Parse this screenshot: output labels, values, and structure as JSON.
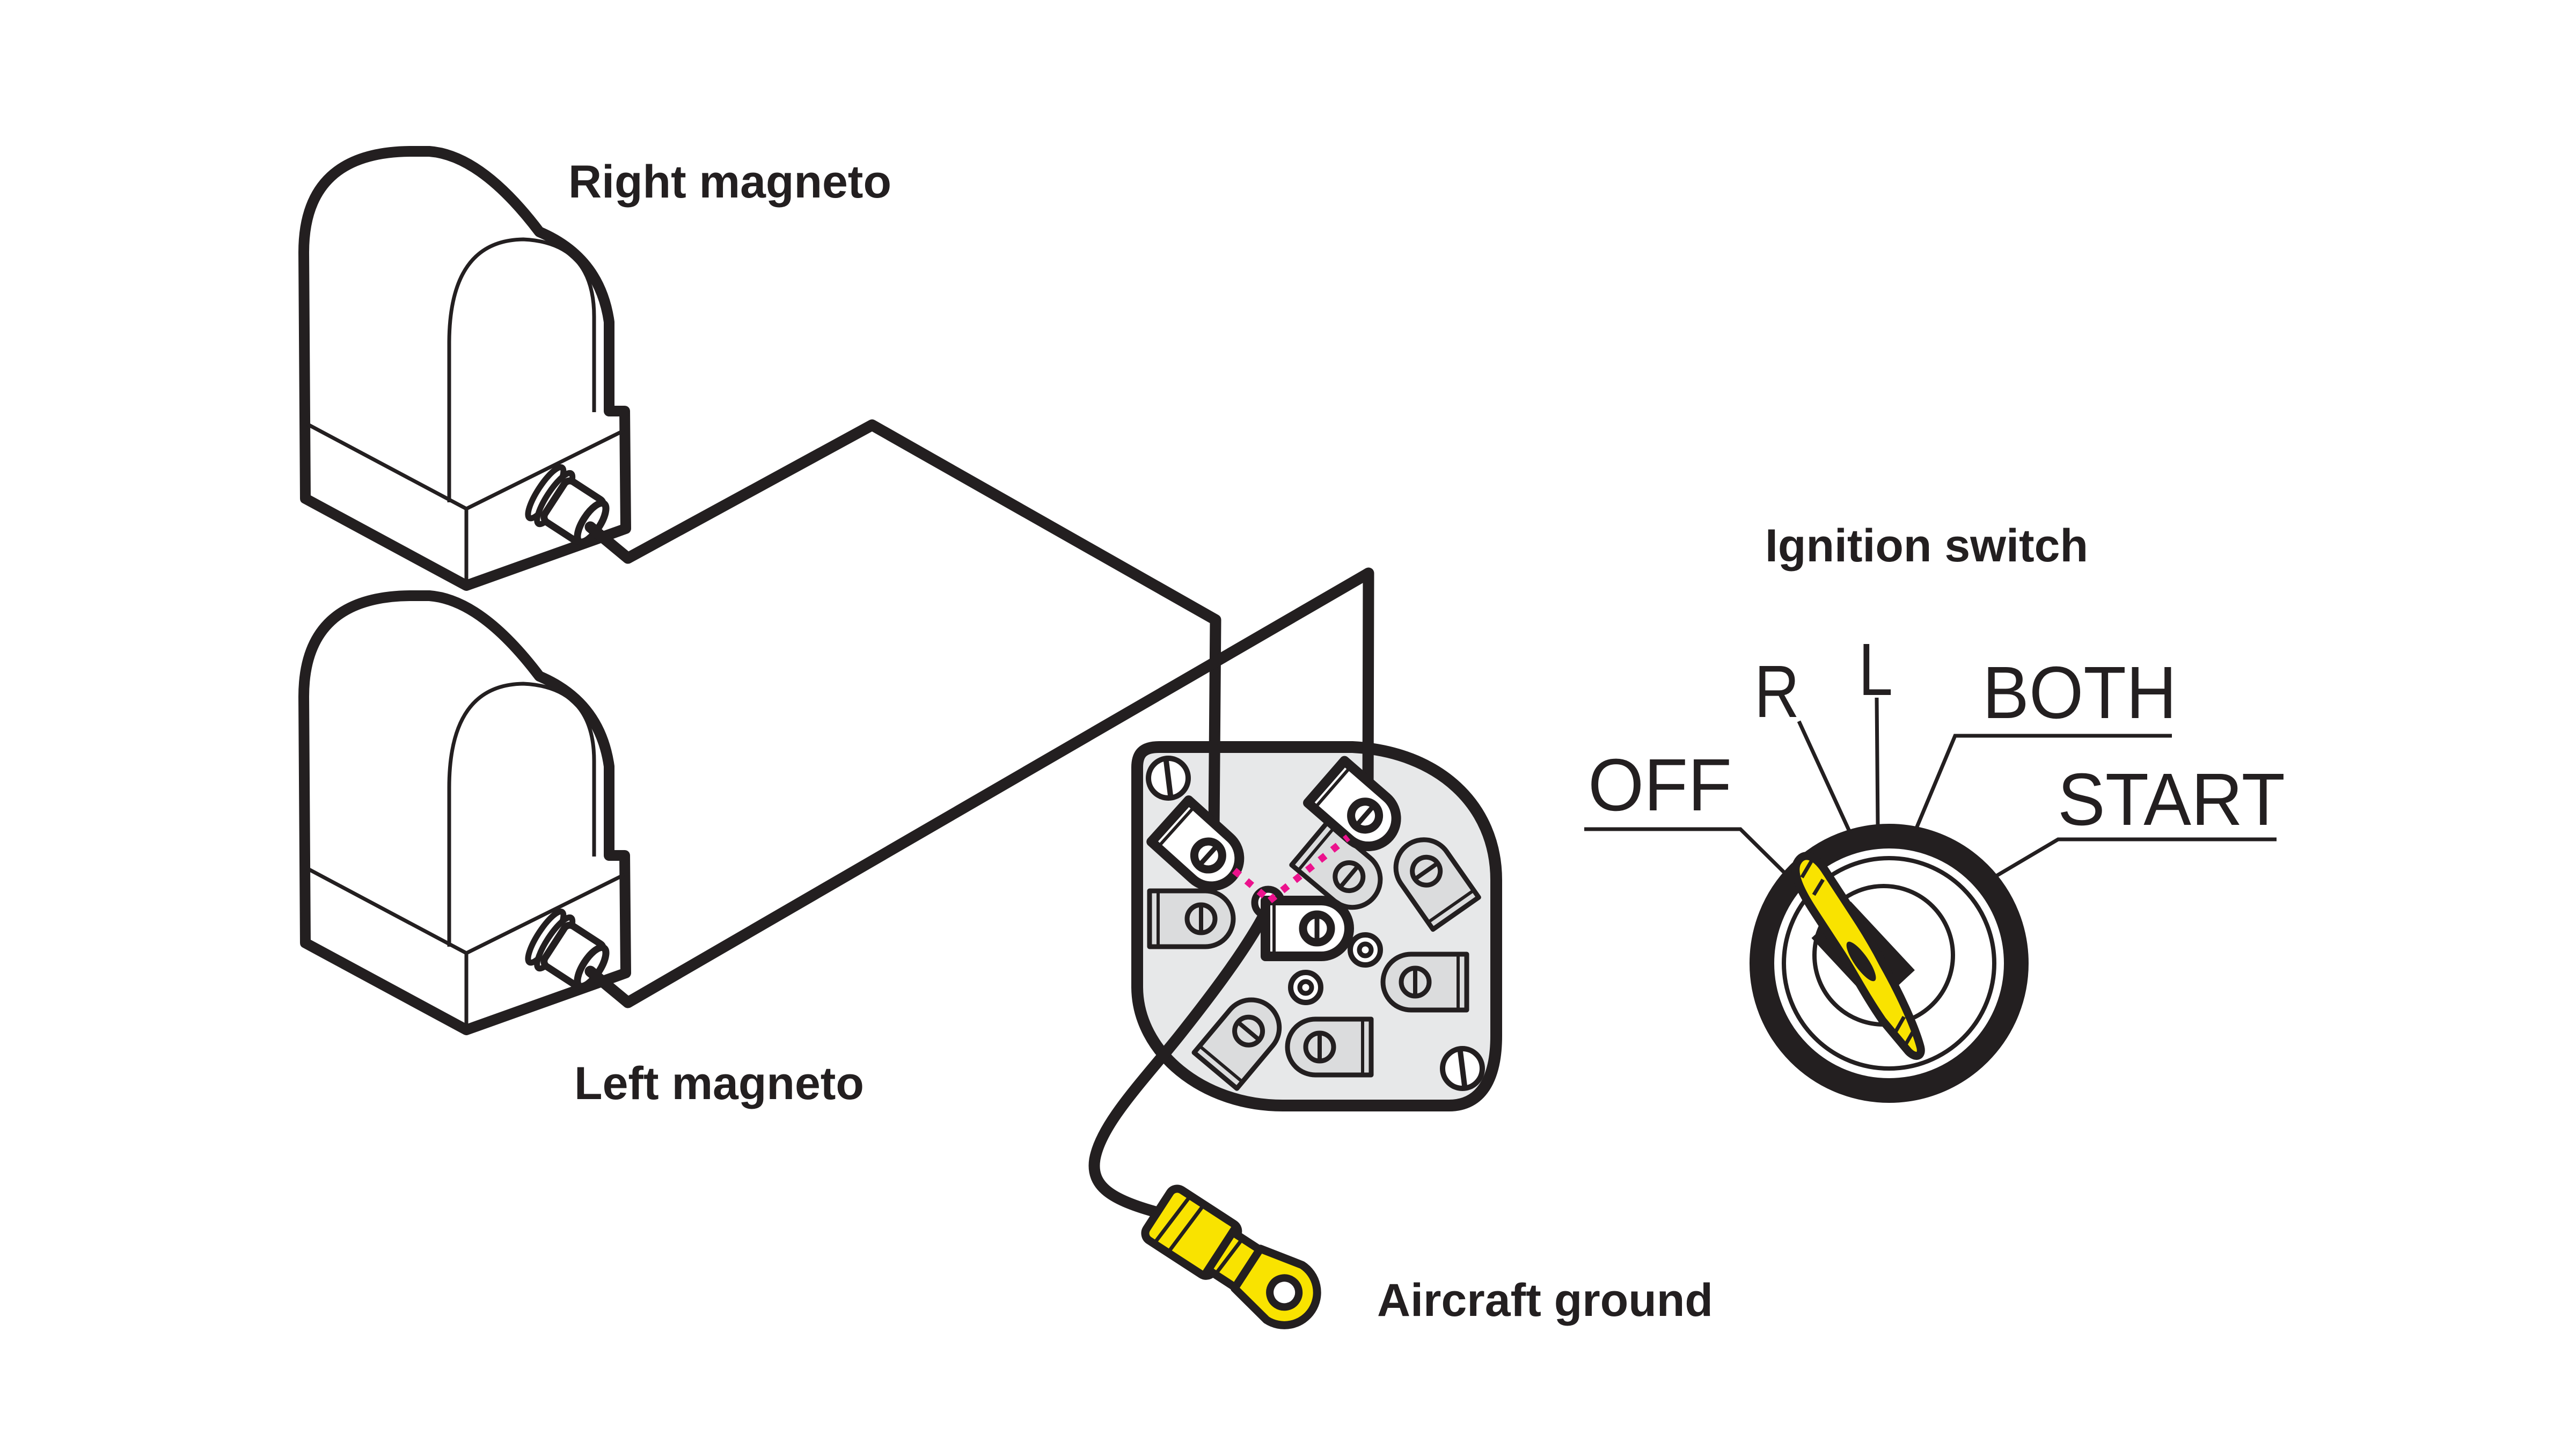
{
  "diagram": {
    "type": "aircraft-magneto-ignition-wiring-diagram",
    "labels": {
      "right_magneto": "Right magneto",
      "left_magneto": "Left magneto",
      "ignition_switch": "Ignition switch",
      "aircraft_ground": "Aircraft ground"
    },
    "ignition_switch": {
      "positions": [
        {
          "label": "OFF"
        },
        {
          "label": "R"
        },
        {
          "label": "L"
        },
        {
          "label": "BOTH"
        },
        {
          "label": "START"
        }
      ]
    },
    "colors": {
      "line": "#231f20",
      "connector_body": "#e7e8e9",
      "connector_lug_gray": "#dbdcdd",
      "highlight_pink": "#ec128d",
      "key_yellow": "#f9e300",
      "white": "#ffffff"
    }
  }
}
